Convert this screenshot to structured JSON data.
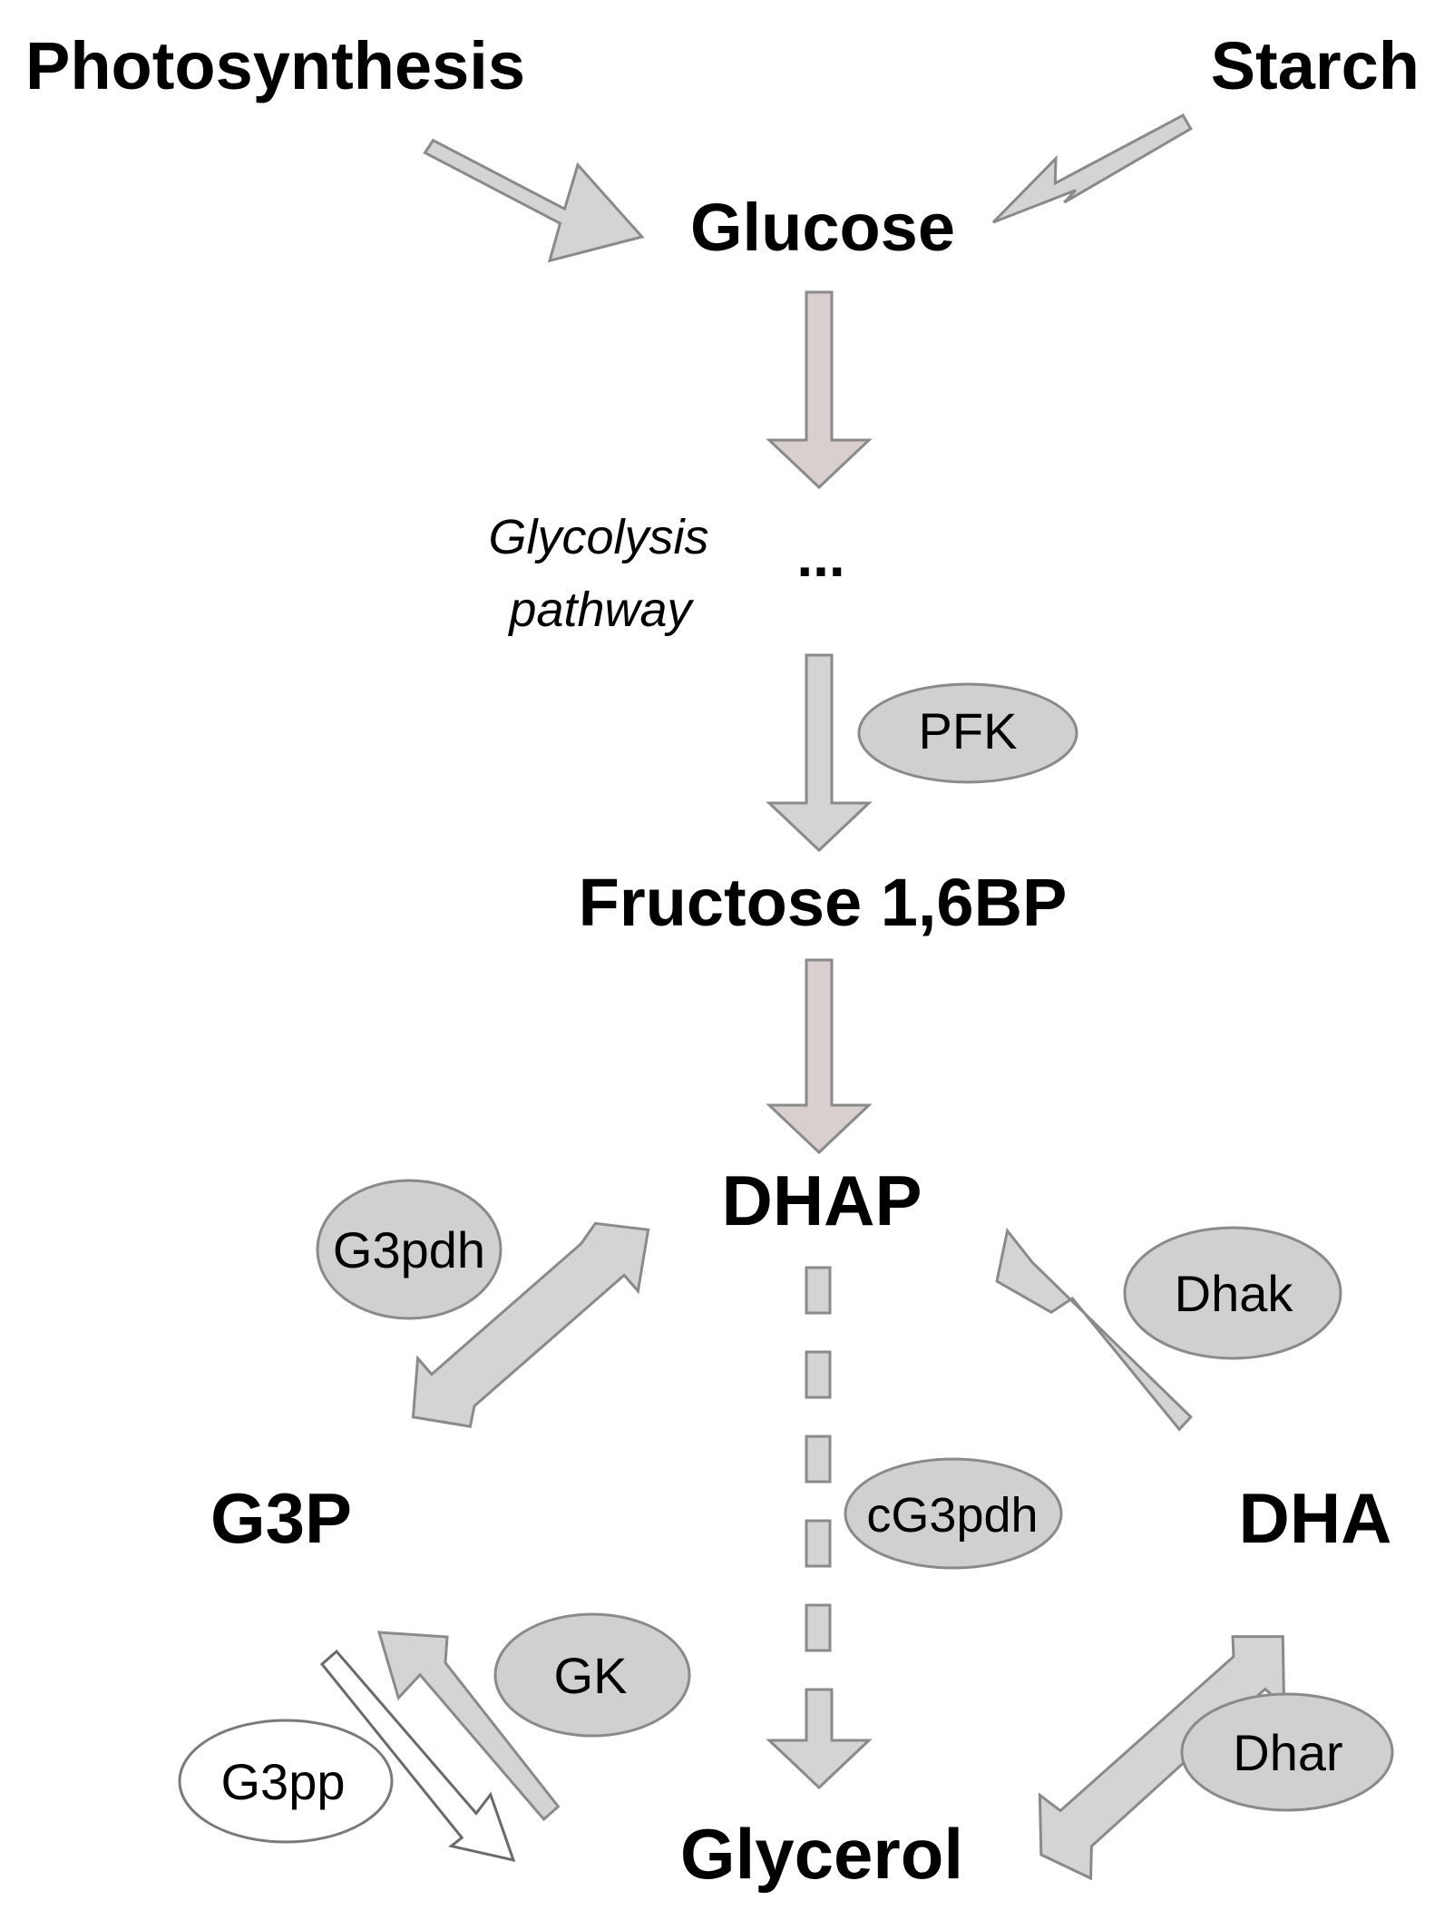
{
  "metabolites": {
    "photosynthesis": "Photosynthesis",
    "starch": "Starch",
    "glucose": "Glucose",
    "ellipsis": "...",
    "fructose": "Fructose 1,6BP",
    "dhap": "DHAP",
    "g3p": "G3P",
    "dha": "DHA",
    "glycerol": "Glycerol"
  },
  "notes": {
    "glycolysis_line1": "Glycolysis",
    "glycolysis_line2": "pathway"
  },
  "enzymes": {
    "pfk": "PFK",
    "g3pdh": "G3pdh",
    "dhak": "Dhak",
    "cg3pdh": "cG3pdh",
    "gk": "GK",
    "g3pp": "G3pp",
    "dhar": "Dhar"
  },
  "colors": {
    "arrow_fill": "#d4d4d4",
    "arrow_stroke": "#8a8a8a",
    "enzyme_fill": "#d0d0d0",
    "outline_arrow_fill": "#ffffff"
  }
}
